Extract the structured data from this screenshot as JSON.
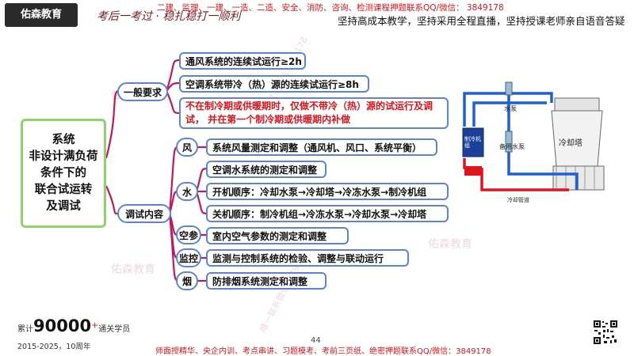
{
  "header": {
    "logo_text": "佑森教育",
    "signature": "考后一考过 · 稳扎稳打一顺利",
    "top_red": "二建、监理、一建、一造、二造、安全、消防、咨询、检测课程押题联系QQ/微信： 3849178",
    "top_black": "坚持高成本教学，坚持采用全程直播，坚持授课老师亲自语音答疑"
  },
  "mindmap": {
    "root": "系统\n非设计满负荷\n条件下的\n联合试运转\n及调试",
    "branch_general": {
      "label": "一般要求",
      "items": [
        "通风系统的连续试运行≥2h",
        "空调系统带冷（热）源的连续试运行≥8h",
        "不在制冷期或供暖期时，仅做不带冷（热）源的试运行及调试， 并在第一个制冷期或供暖期内补做"
      ]
    },
    "branch_content": {
      "label": "调试内容",
      "groups": [
        {
          "tag": "风",
          "items": [
            "系统风量测定和调整（通风机、风口、系统平衡）"
          ]
        },
        {
          "tag": "水",
          "items": [
            "空调水系统的测定和调整",
            "开机顺序：冷却水泵→冷却塔→冷冻水泵→制冷机组",
            "关机顺序：制冷机组→冷冻水泵→冷却水泵→冷却塔"
          ]
        },
        {
          "tag": "空参",
          "items": [
            "室内空气参数的测定和调整"
          ]
        },
        {
          "tag": "监控",
          "items": [
            "监测与控制系统的检验、调整与联动运行"
          ]
        },
        {
          "tag": "烟",
          "items": [
            "防排烟系统测定和调整"
          ]
        }
      ]
    }
  },
  "diagram": {
    "pump1": "水泵",
    "pump2": "备用水泵",
    "chiller": "制冷机组",
    "tower": "冷却塔",
    "pipe_label": "冷却管道"
  },
  "watermark": "唯一联系微信3849178",
  "footer": {
    "count_prefix": "累计",
    "count": "90000",
    "count_plus": "+",
    "count_suffix": "通关学员",
    "years": "2015-2025，10周年",
    "page": "44",
    "bottom_red": "师面授精华、央企内训、考点串讲、习题模考、考前三页纸、绝密押题联系QQ/微信：3849178"
  },
  "colors": {
    "accent_red": "#d9141b",
    "node_border": "#5b84d6",
    "root_border": "#8fd46a",
    "connector": "#c2185b"
  }
}
